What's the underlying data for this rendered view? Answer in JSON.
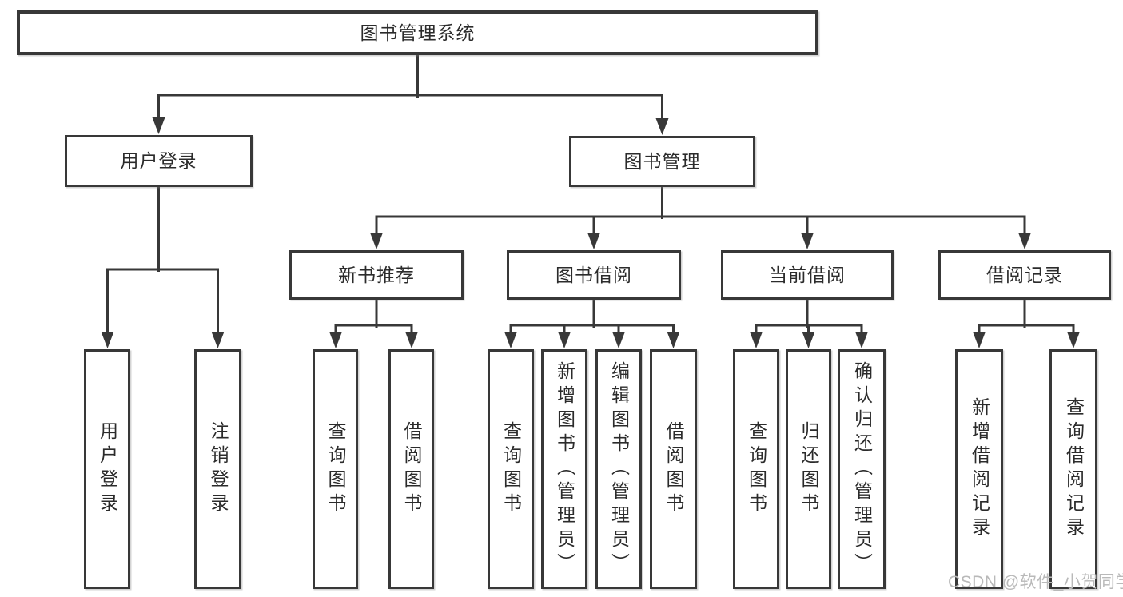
{
  "tree": {
    "label": "图书管理系统",
    "children": [
      {
        "label": "用户登录",
        "children": [
          {
            "label": "用户登录"
          },
          {
            "label": "注销登录"
          }
        ]
      },
      {
        "label": "图书管理",
        "children": [
          {
            "label": "新书推荐",
            "children": [
              {
                "label": "查询图书"
              },
              {
                "label": "借阅图书"
              }
            ]
          },
          {
            "label": "图书借阅",
            "children": [
              {
                "label": "查询图书"
              },
              {
                "label": "新增图书（管理员）"
              },
              {
                "label": "编辑图书（管理员）"
              },
              {
                "label": "借阅图书"
              }
            ]
          },
          {
            "label": "当前借阅",
            "children": [
              {
                "label": "查询图书"
              },
              {
                "label": "归还图书"
              },
              {
                "label": "确认归还（管理员）"
              }
            ]
          },
          {
            "label": "借阅记录",
            "children": [
              {
                "label": "新增借阅记录"
              },
              {
                "label": "查询借阅记录"
              }
            ]
          }
        ]
      }
    ]
  },
  "watermark": {
    "text": "CSDN @软件_小贺同学"
  },
  "colors": {
    "line": "#383838",
    "text": "#2b2b2b",
    "watermark": "#b9b9b9",
    "background": "#ffffff"
  }
}
